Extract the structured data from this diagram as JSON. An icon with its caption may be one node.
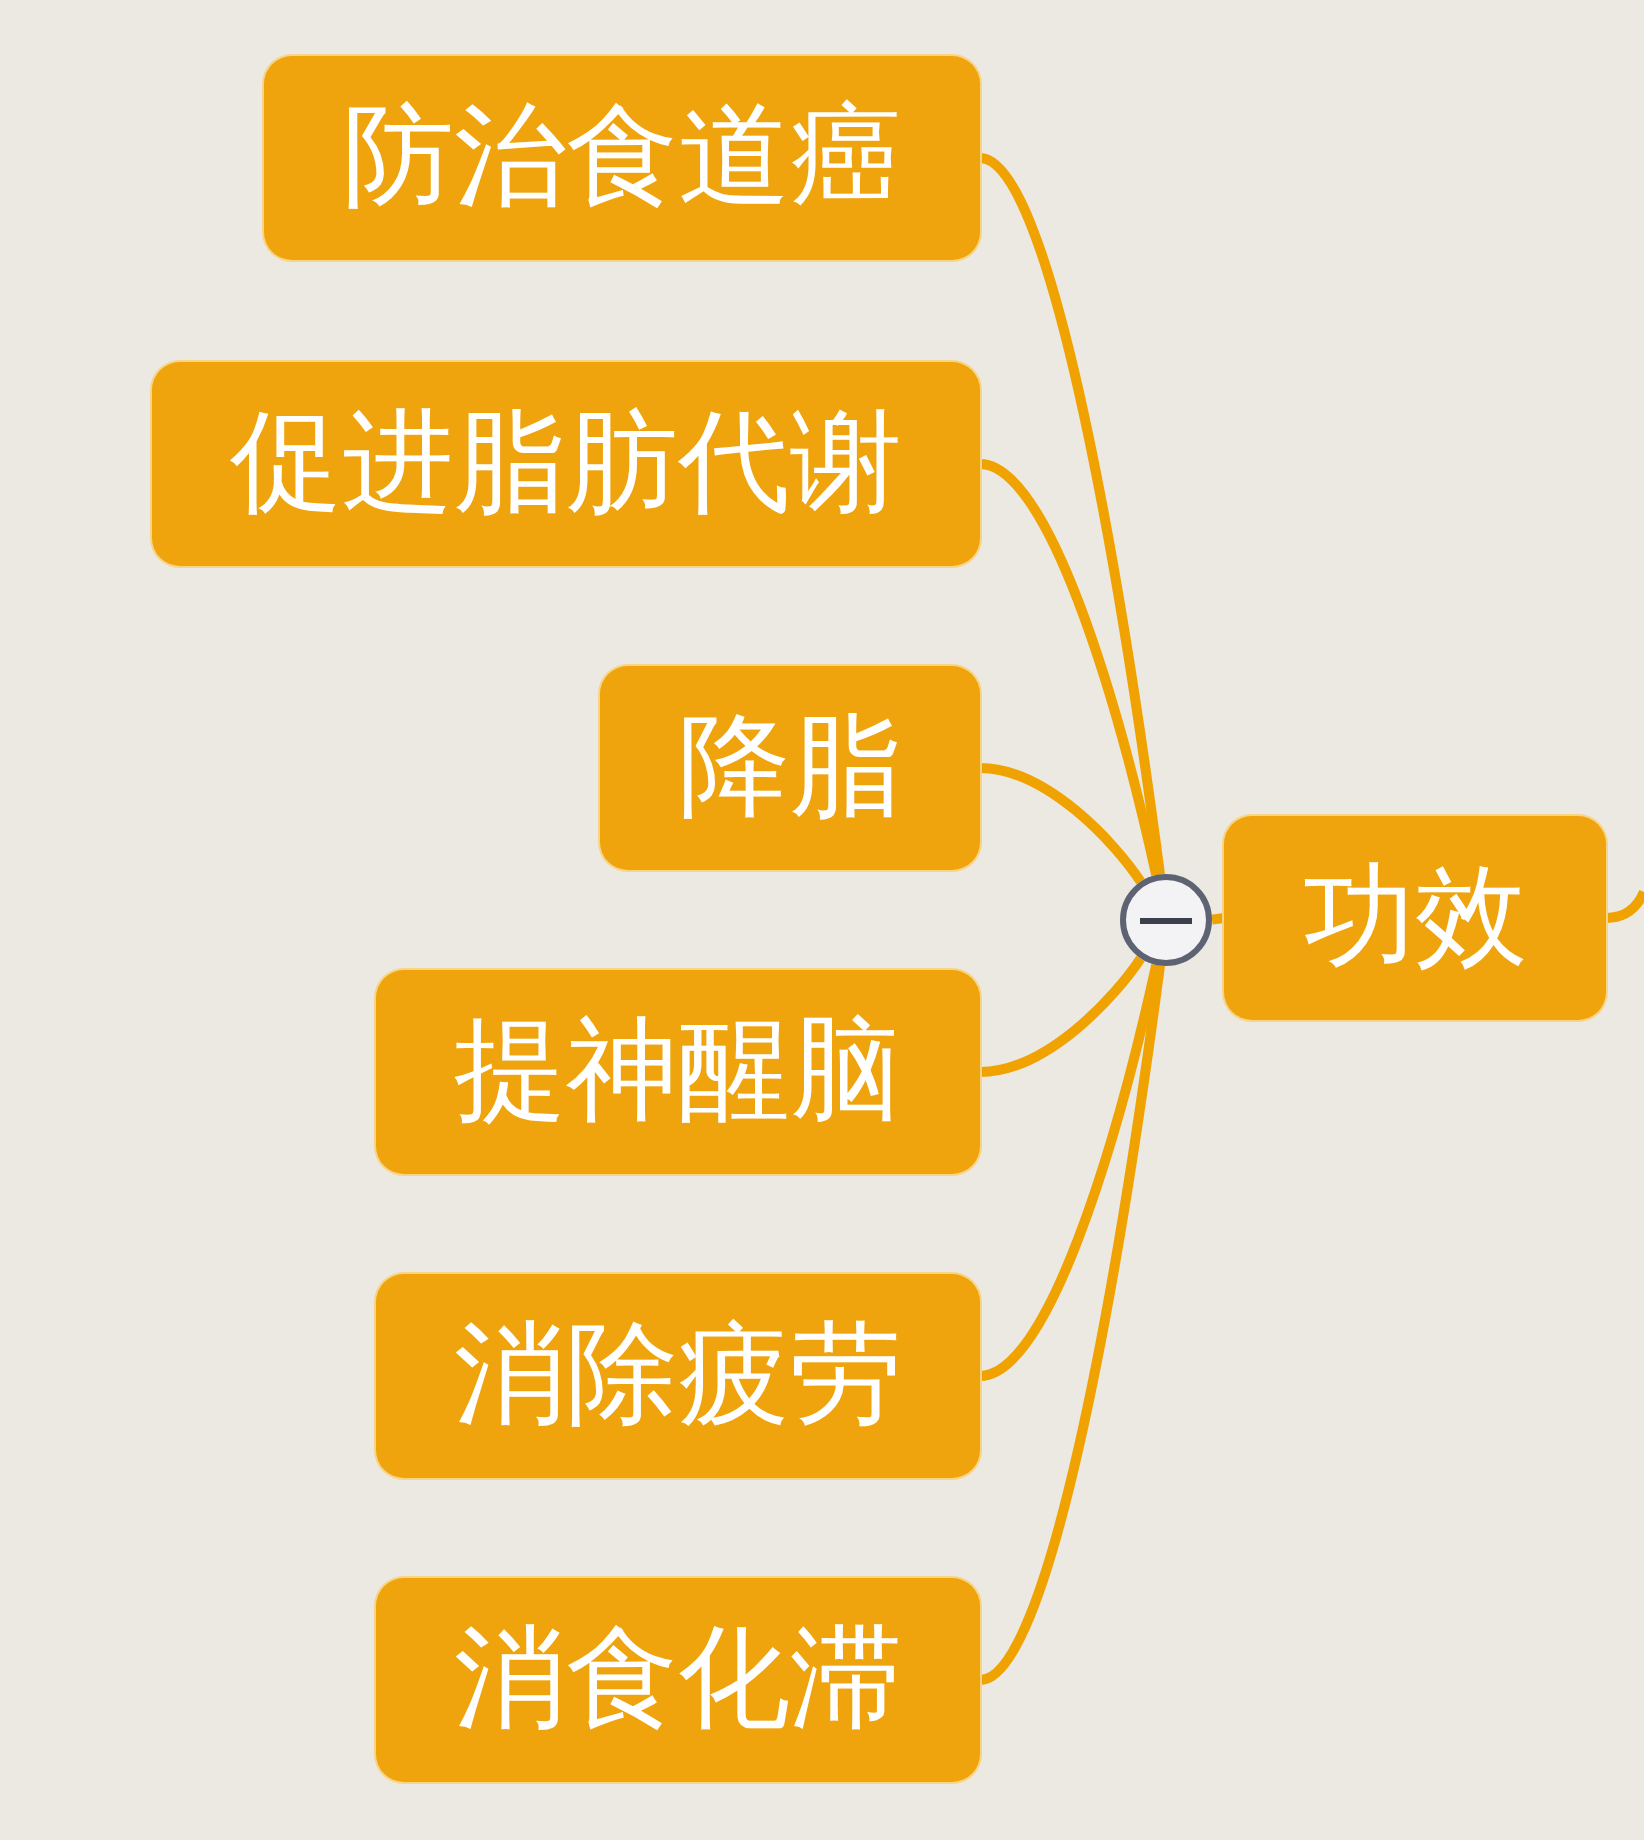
{
  "diagram": {
    "nodes": [
      {
        "text": [
          "功效"
        ]
      },
      {
        "text": [],
        "shape": "circle"
      },
      {
        "text": [
          "防治食道癌"
        ]
      },
      {
        "text": [
          "促进脂肪代谢"
        ]
      },
      {
        "text": [
          "降脂"
        ]
      },
      {
        "text": [
          "提神醒脑"
        ]
      },
      {
        "text": [
          "消除疲劳"
        ]
      },
      {
        "text": [
          "消食化滞"
        ]
      }
    ],
    "edges": [
      {
        "from": 0,
        "to": 1,
        "arrow": "none"
      },
      {
        "from": 1,
        "to": 2,
        "arrow": "none"
      },
      {
        "from": 1,
        "to": 3,
        "arrow": "none"
      },
      {
        "from": 1,
        "to": 4,
        "arrow": "none"
      },
      {
        "from": 1,
        "to": 5,
        "arrow": "none"
      },
      {
        "from": 1,
        "to": 6,
        "arrow": "none"
      },
      {
        "from": 1,
        "to": 7,
        "arrow": "none"
      },
      {
        "from": 0,
        "to": null,
        "arrow": "none"
      }
    ]
  }
}
